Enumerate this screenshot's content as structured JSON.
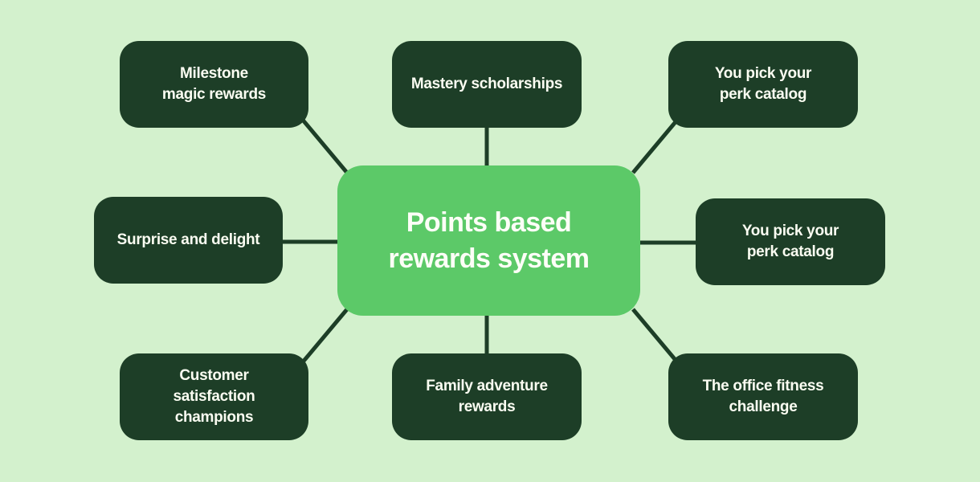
{
  "diagram": {
    "type": "mind-map",
    "center": {
      "label": "Points based\nrewards system"
    },
    "nodes": [
      {
        "id": "top-left",
        "label": "Milestone\nmagic rewards"
      },
      {
        "id": "top-center",
        "label": "Mastery scholarships"
      },
      {
        "id": "top-right",
        "label": "You pick your\nperk catalog"
      },
      {
        "id": "mid-left",
        "label": "Surprise and delight"
      },
      {
        "id": "mid-right",
        "label": "You pick your\nperk catalog"
      },
      {
        "id": "bottom-left",
        "label": "Customer\nsatisfaction\nchampions"
      },
      {
        "id": "bottom-center",
        "label": "Family adventure\nrewards"
      },
      {
        "id": "bottom-right",
        "label": "The office fitness\nchallenge"
      }
    ],
    "colors": {
      "background": "#d3f1cd",
      "node_dark": "#1d3e27",
      "node_accent": "#5cc968",
      "connector": "#1d3e27",
      "text": "#fbfdf2"
    }
  }
}
